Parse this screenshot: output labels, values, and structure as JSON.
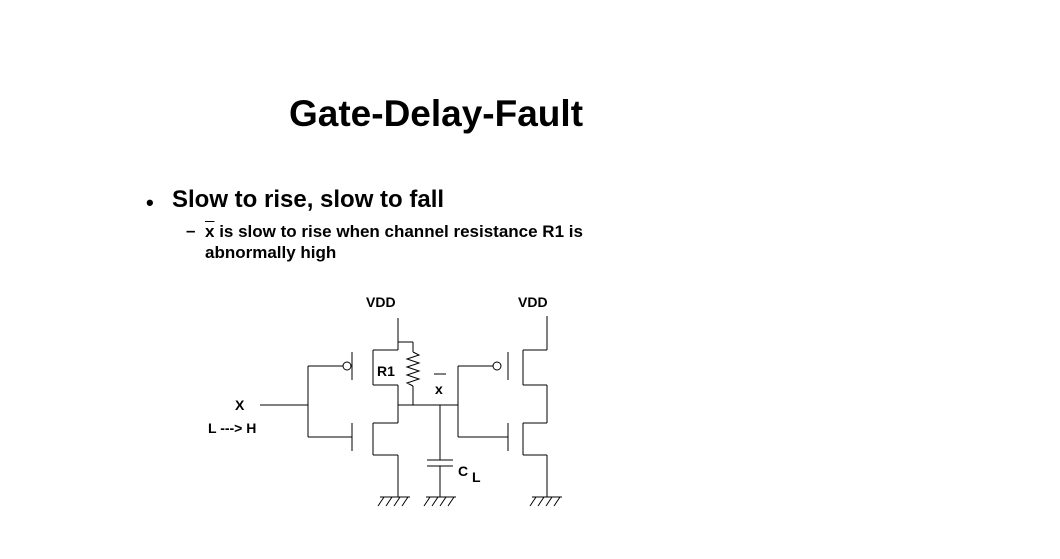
{
  "slide": {
    "title": "Gate-Delay-Fault",
    "bullet": {
      "marker": "•",
      "text": "Slow to rise, slow to fall",
      "sub": {
        "marker": "–",
        "signal": "x",
        "line1_rest": " is slow to rise when channel resistance R1 is",
        "line2": "abnormally high"
      }
    }
  },
  "circuit": {
    "vdd_left": "VDD",
    "vdd_right": "VDD",
    "resistor_label": "R1",
    "node_label": "x",
    "input_label": "X",
    "transition_label": "L ---> H",
    "cap_label": "C",
    "cap_sub": "L"
  }
}
